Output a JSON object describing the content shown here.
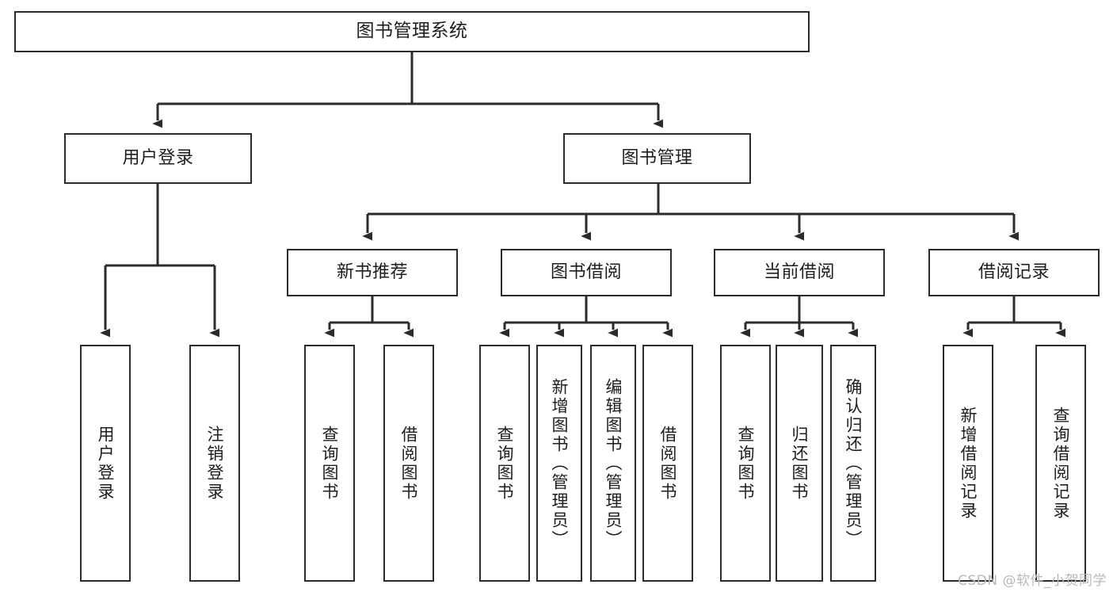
{
  "diagram": {
    "title": "图书管理系统",
    "stroke_color": "#2b2b2b",
    "text_color": "#1d1d1d",
    "background": "#ffffff"
  },
  "watermark": {
    "text": "CSDN @软件_小贺同学",
    "color": "#b9b9b9"
  },
  "nodes": {
    "root": {
      "label": "图书管理系统",
      "level": 0
    },
    "login": {
      "label": "用户登录",
      "level": 1
    },
    "book_mgmt": {
      "label": "图书管理",
      "level": 1
    },
    "new_book_rec": {
      "label": "新书推荐",
      "level": 2
    },
    "book_borrow": {
      "label": "图书借阅",
      "level": 2
    },
    "current_borrow": {
      "label": "当前借阅",
      "level": 2
    },
    "borrow_record": {
      "label": "借阅记录",
      "level": 2
    },
    "leaf_user_login": {
      "label": "用户登录",
      "level": 3
    },
    "leaf_logout": {
      "label": "注销登录",
      "level": 3
    },
    "leaf_query_book_1": {
      "label": "查询图书",
      "level": 3
    },
    "leaf_borrow_book_1": {
      "label": "借阅图书",
      "level": 3
    },
    "leaf_query_book_2": {
      "label": "查询图书",
      "level": 3
    },
    "leaf_add_book": {
      "label": "新增图书（管理员）",
      "level": 3
    },
    "leaf_edit_book": {
      "label": "编辑图书（管理员）",
      "level": 3
    },
    "leaf_borrow_book_2": {
      "label": "借阅图书",
      "level": 3
    },
    "leaf_query_book_3": {
      "label": "查询图书",
      "level": 3
    },
    "leaf_return_book": {
      "label": "归还图书",
      "level": 3
    },
    "leaf_confirm_return": {
      "label": "确认归还（管理员）",
      "level": 3
    },
    "leaf_add_record": {
      "label": "新增借阅记录",
      "level": 3
    },
    "leaf_query_record": {
      "label": "查询借阅记录",
      "level": 3
    }
  },
  "tree": {
    "root_children": [
      "用户登录",
      "图书管理"
    ],
    "book_mgmt_children": [
      "新书推荐",
      "图书借阅",
      "当前借阅",
      "借阅记录"
    ],
    "login_children": [
      "用户登录",
      "注销登录"
    ],
    "new_book_rec_children": [
      "查询图书",
      "借阅图书"
    ],
    "book_borrow_children": [
      "查询图书",
      "新增图书（管理员）",
      "编辑图书（管理员）",
      "借阅图书"
    ],
    "current_borrow_children": [
      "查询图书",
      "归还图书",
      "确认归还（管理员）"
    ],
    "borrow_record_children": [
      "新增借阅记录",
      "查询借阅记录"
    ]
  }
}
